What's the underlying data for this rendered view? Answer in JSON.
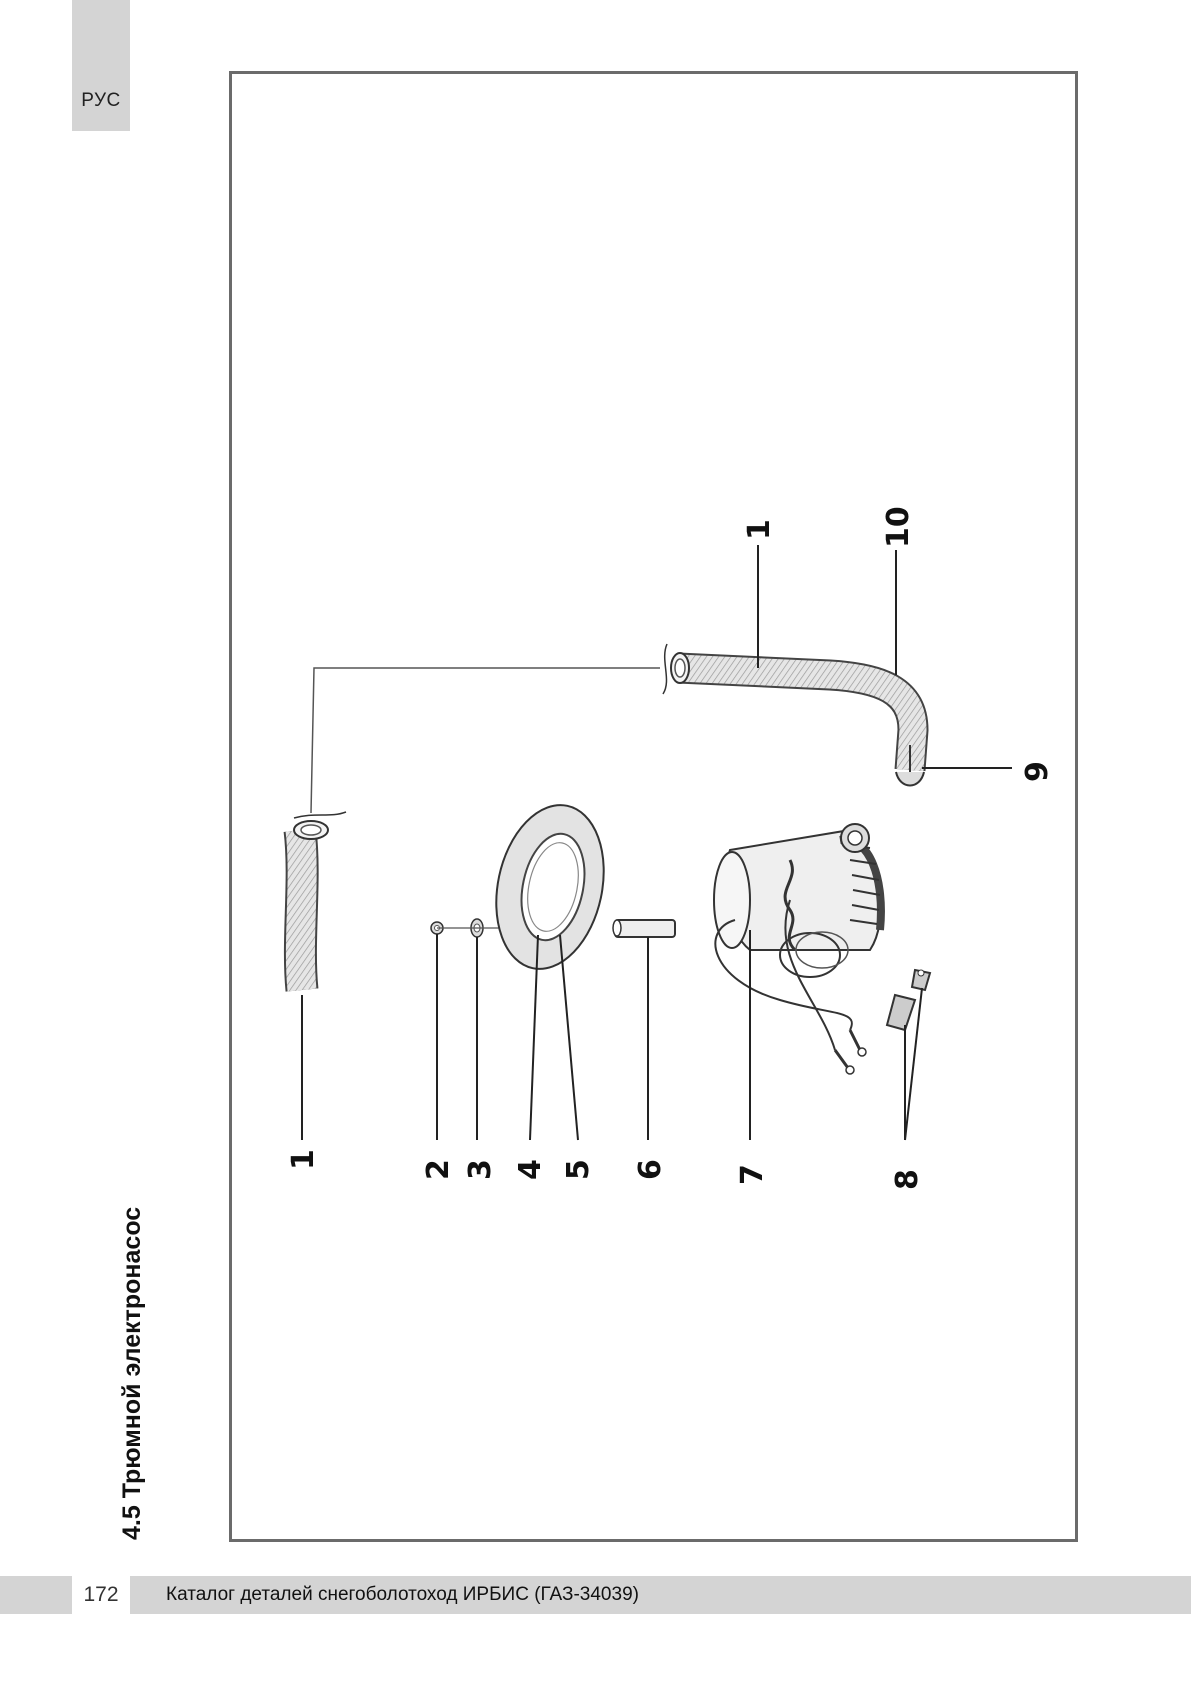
{
  "header": {
    "language_tab": "РУС"
  },
  "section": {
    "title": "4.5 Трюмной электронасос"
  },
  "diagram": {
    "callouts": [
      "1",
      "2",
      "3",
      "4",
      "5",
      "6",
      "7",
      "8",
      "1",
      "10",
      "9"
    ]
  },
  "footer": {
    "page_number": "172",
    "catalog_title": "Каталог деталей снегоболотоход ИРБИС (ГАЗ-34039)"
  }
}
